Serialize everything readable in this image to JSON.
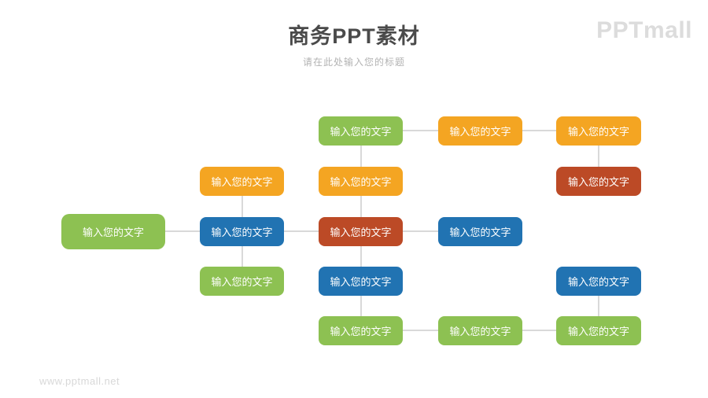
{
  "header": {
    "title": "商务PPT素材",
    "subtitle": "请在此处输入您的标题",
    "logo": "PPTmall"
  },
  "watermark": "www.pptmall.net",
  "diagram": {
    "node_label": "输入您的文字",
    "colors": {
      "green": "#8DC152",
      "orange": "#F4A522",
      "blue": "#2173B2",
      "red": "#BC4A26"
    },
    "connector_color": "#D9D9D9",
    "nodes": [
      {
        "id": "r1c3",
        "row": 1,
        "col": 3,
        "color": "green"
      },
      {
        "id": "r1c4",
        "row": 1,
        "col": 4,
        "color": "orange"
      },
      {
        "id": "r1c5",
        "row": 1,
        "col": 5,
        "color": "orange"
      },
      {
        "id": "r2c2",
        "row": 2,
        "col": 2,
        "color": "orange"
      },
      {
        "id": "r2c3",
        "row": 2,
        "col": 3,
        "color": "orange"
      },
      {
        "id": "r2c5",
        "row": 2,
        "col": 5,
        "color": "red"
      },
      {
        "id": "r3c1",
        "row": 3,
        "col": 1,
        "color": "green"
      },
      {
        "id": "r3c2",
        "row": 3,
        "col": 2,
        "color": "blue"
      },
      {
        "id": "r3c3",
        "row": 3,
        "col": 3,
        "color": "red"
      },
      {
        "id": "r3c4",
        "row": 3,
        "col": 4,
        "color": "blue"
      },
      {
        "id": "r4c2",
        "row": 4,
        "col": 2,
        "color": "green"
      },
      {
        "id": "r4c3",
        "row": 4,
        "col": 3,
        "color": "blue"
      },
      {
        "id": "r4c5",
        "row": 4,
        "col": 5,
        "color": "blue"
      },
      {
        "id": "r5c3",
        "row": 5,
        "col": 3,
        "color": "green"
      },
      {
        "id": "r5c4",
        "row": 5,
        "col": 4,
        "color": "green"
      },
      {
        "id": "r5c5",
        "row": 5,
        "col": 5,
        "color": "green"
      }
    ],
    "connectors": [
      {
        "from": "r1c3",
        "to": "r1c4"
      },
      {
        "from": "r1c4",
        "to": "r1c5"
      },
      {
        "from": "r3c1",
        "to": "r3c2"
      },
      {
        "from": "r3c2",
        "to": "r3c3"
      },
      {
        "from": "r3c3",
        "to": "r3c4"
      },
      {
        "from": "r5c3",
        "to": "r5c4"
      },
      {
        "from": "r5c4",
        "to": "r5c5"
      },
      {
        "from": "r2c2",
        "to": "r3c2"
      },
      {
        "from": "r3c2",
        "to": "r4c2"
      },
      {
        "from": "r1c3",
        "to": "r2c3"
      },
      {
        "from": "r2c3",
        "to": "r3c3"
      },
      {
        "from": "r3c3",
        "to": "r4c3"
      },
      {
        "from": "r4c3",
        "to": "r5c3"
      },
      {
        "from": "r1c5",
        "to": "r2c5"
      },
      {
        "from": "r4c5",
        "to": "r5c5"
      }
    ]
  }
}
